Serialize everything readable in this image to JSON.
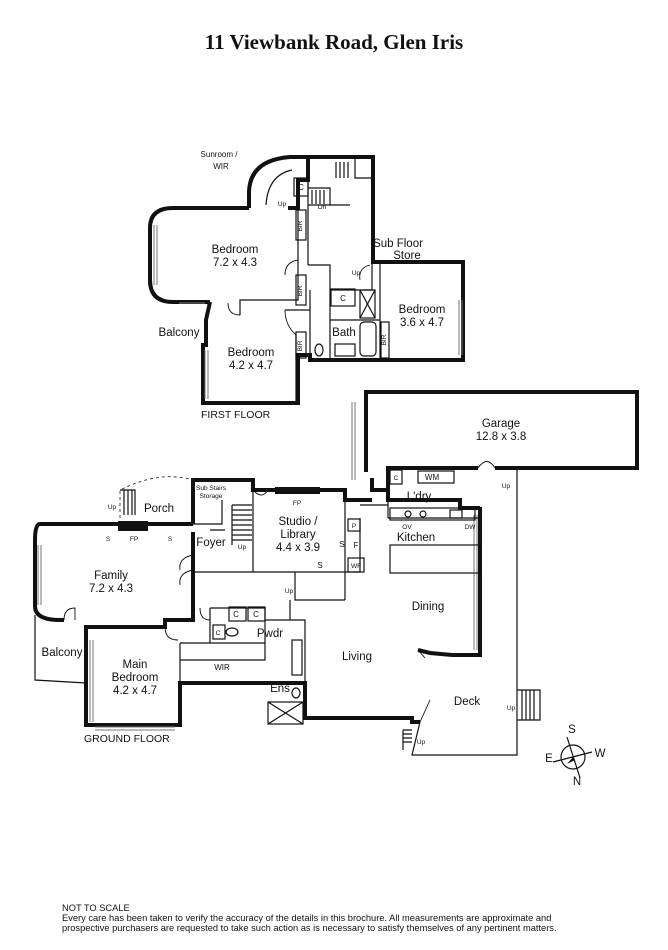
{
  "title": "11 Viewbank Road, Glen Iris",
  "first_floor": {
    "label": "FIRST FLOOR",
    "rooms": {
      "sunroom": [
        "Sunroom /",
        "WIR"
      ],
      "bedroom1": [
        "Bedroom",
        "7.2 x 4.3"
      ],
      "bedroom2": [
        "Bedroom",
        "4.2 x 4.7"
      ],
      "bedroom3": [
        "Bedroom",
        "3.6 x 4.7"
      ],
      "sub_floor_store": [
        "Sub Floor",
        "Store"
      ],
      "bath": "Bath",
      "balcony": "Balcony"
    },
    "marks": {
      "bir": "BIR",
      "c": "C",
      "up": "Up",
      "dn": "Dn"
    }
  },
  "ground_floor": {
    "label": "GROUND FLOOR",
    "rooms": {
      "garage": [
        "Garage",
        "12.8 x 3.8"
      ],
      "laundry": "L'dry",
      "porch": "Porch",
      "sub_stairs_storage": [
        "Sub Stairs",
        "Storage"
      ],
      "studio": [
        "Studio /",
        "Library",
        "4.4 x 3.9"
      ],
      "kitchen": "Kitchen",
      "foyer": "Foyer",
      "family": [
        "Family",
        "7.2 x 4.3"
      ],
      "dining": "Dining",
      "living": "Living",
      "pwdr": "Pwdr",
      "balcony": "Balcony",
      "main_bedroom": [
        "Main",
        "Bedroom",
        "4.2 x 4.7"
      ],
      "wir": "WIR",
      "ens": "Ens",
      "deck": "Deck"
    },
    "marks": {
      "c": "C",
      "wm": "WM",
      "ov": "OV",
      "dw": "DW",
      "fp": "FP",
      "s": "S",
      "p": "P",
      "f": "F",
      "wf": "WF",
      "up": "Up"
    }
  },
  "compass": {
    "n": "N",
    "s": "S",
    "e": "E",
    "w": "W"
  },
  "footer": {
    "line1": "NOT TO SCALE",
    "line2": "Every care has been taken to verify the accuracy of the details in this brochure. All measurements are approximate and",
    "line3": "prospective purchasers are requested to take such action as is necessary to satisfy themselves of any pertinent matters."
  }
}
